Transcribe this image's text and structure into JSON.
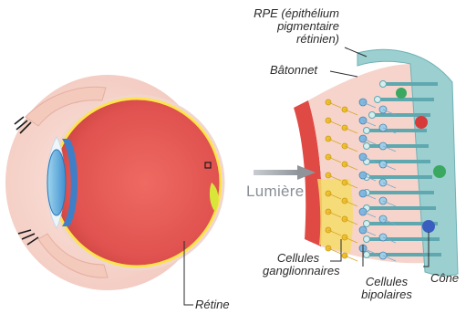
{
  "labels": {
    "rpe": [
      "RPE (épithélium",
      "pigmentaire",
      "rétinien)"
    ],
    "batonnet": "Bâtonnet",
    "lumiere": "Lumière",
    "ganglionnaires": [
      "Cellules",
      "ganglionnaires"
    ],
    "bipolaires": [
      "Cellules",
      "bipolaires"
    ],
    "cone": "Cône",
    "retine": "Rétine"
  },
  "colors": {
    "eyeball": "#e0524f",
    "retina_layer": "#f3c8c0",
    "rpe_band": "#9ccfd0",
    "photoreceptor": "#5fa8b0",
    "ganglion": "#f0c030",
    "leader_line": "#2a2a2a",
    "arrow": "#9aa0a6",
    "cone_blue": "#3a5ec0",
    "cone_red": "#d83a3a",
    "cone_green": "#3aa860"
  }
}
